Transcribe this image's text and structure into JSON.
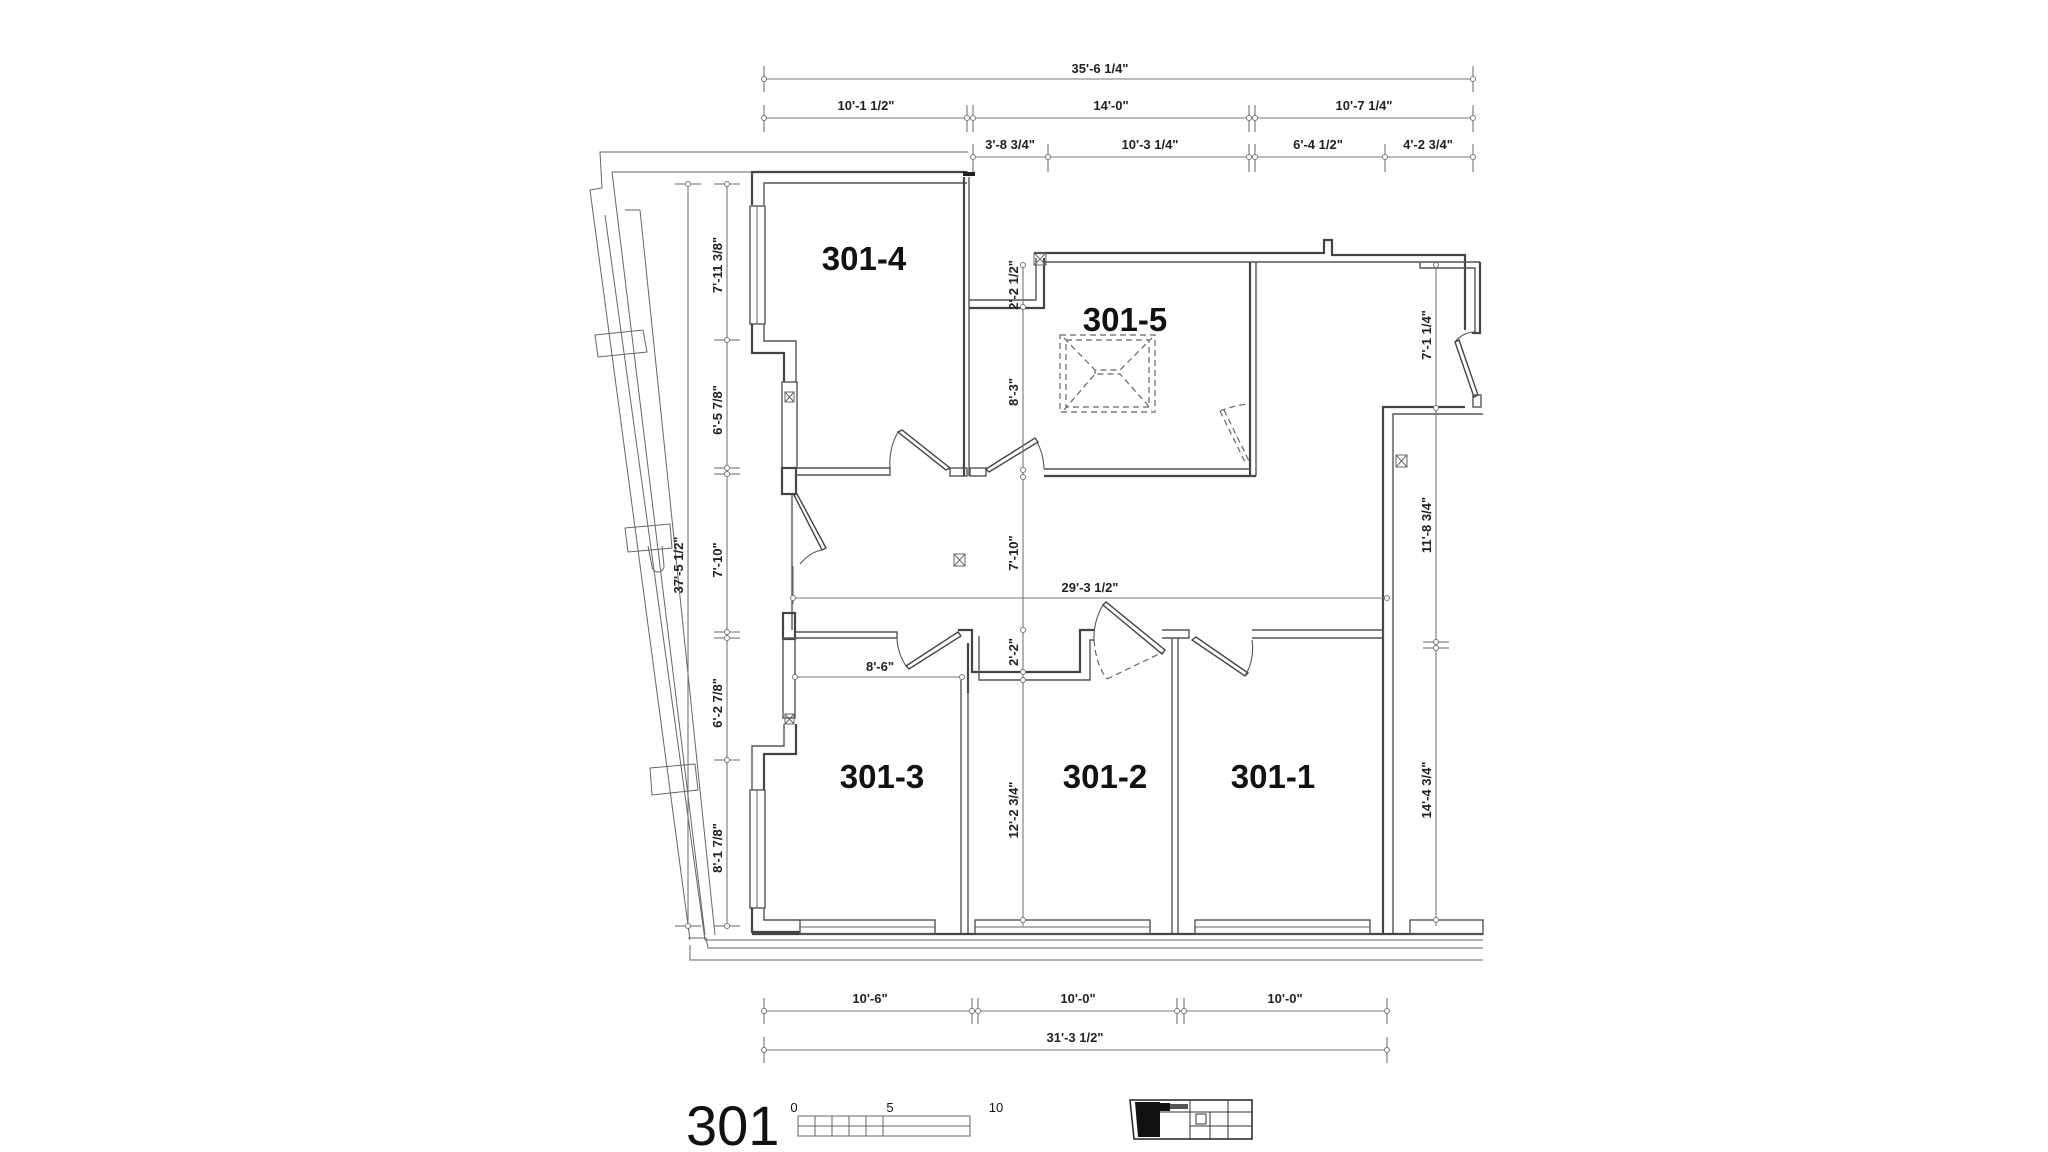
{
  "plan": {
    "title": "301",
    "rooms": [
      {
        "id": "301-4",
        "label": "301-4"
      },
      {
        "id": "301-5",
        "label": "301-5"
      },
      {
        "id": "301-3",
        "label": "301-3"
      },
      {
        "id": "301-2",
        "label": "301-2"
      },
      {
        "id": "301-1",
        "label": "301-1"
      }
    ],
    "dimensions": {
      "top_overall": "35'-6 1/4\"",
      "top_row2": [
        "10'-1 1/2\"",
        "14'-0\"",
        "10'-7 1/4\""
      ],
      "top_row3": [
        "3'-8 3/4\"",
        "10'-3 1/4\"",
        "6'-4 1/2\"",
        "4'-2 3/4\""
      ],
      "left_overall": "37'-5 1/2\"",
      "left_segments": [
        "7'-11 3/8\"",
        "6'-5 7/8\"",
        "7'-10\"",
        "6'-2 7/8\"",
        "8'-1 7/8\""
      ],
      "interior": {
        "d_2_2_half": "2'-2 1/2\"",
        "d_8_3": "8'-3\"",
        "d_7_10": "7'-10\"",
        "corridor_width": "29'-3 1/2\"",
        "d_2_2": "2'-2\"",
        "d_8_6": "8'-6\"",
        "d_12_2": "12'-2 3/4\""
      },
      "right_segments": [
        "7'-1 1/4\"",
        "11'-8 3/4\"",
        "14'-4 3/4\""
      ],
      "bottom_row1": [
        "10'-6\"",
        "10'-0\"",
        "10'-0\""
      ],
      "bottom_overall": "31'-3 1/2\""
    },
    "scale_bar": {
      "labels": [
        "0",
        "5",
        "10"
      ]
    },
    "key_plan": {
      "icon": "key-plan-thumbnail"
    }
  }
}
